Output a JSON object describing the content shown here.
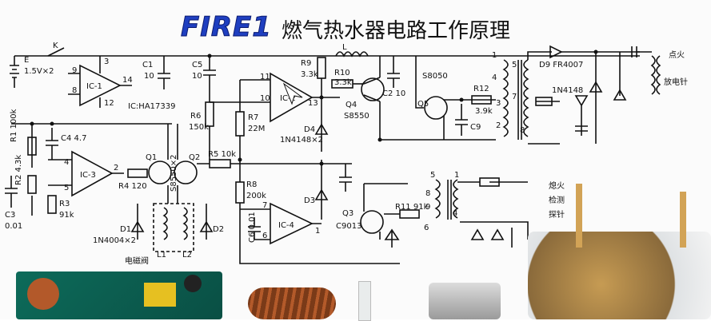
{
  "header": {
    "logo": "FIRE1",
    "title": "燃气热水器电路工作原理"
  },
  "labels": {
    "e": "E",
    "battery_v": "1.5V×2",
    "k": "K",
    "ic1": "IC-1",
    "ic2": "IC-2",
    "ic3": "IC-3",
    "ic4": "IC-4",
    "ic_model": "IC:HA17339",
    "c1": "C1",
    "c1_val": "10",
    "c5": "C5",
    "c5_val": "10",
    "c4": "C4 4.7",
    "c3": "C3",
    "c3_val": "0.01",
    "c2": "C2 10",
    "c9": "C9",
    "c6": "C6 0.01",
    "r9": "R9",
    "r9_val": "3.3k",
    "r10": "R10",
    "r10_val": "3.3k",
    "r6": "R6",
    "r6_val": "150k",
    "r7": "R7",
    "r7_val": "22M",
    "r5": "R5 10k",
    "r8": "R8",
    "r8_val": "200k",
    "r1": "R1 100k",
    "r2": "R2 4.3k",
    "r3": "R3",
    "r3_val": "91k",
    "r4": "R4 120",
    "r11": "R11 91k",
    "r12": "R12",
    "r12_val": "3.9k",
    "l": "L",
    "q1": "Q1",
    "q2": "Q2",
    "q12_model": "S8550×2",
    "q4": "Q4",
    "q4_model": "S8550",
    "q5": "Q5",
    "q5_model": "S8050",
    "q3": "Q3",
    "q3_model": "C9013",
    "d1": "D1",
    "d1_model": "1N4004×2",
    "d2": "D2",
    "d3": "D3",
    "d4": "D4",
    "d4_model": "1N4148×2",
    "d9": "D9 FR4007",
    "d_1n4148": "1N4148",
    "valve": "电磁阀",
    "l1": "L1",
    "l2": "L2",
    "ignite1": "点火",
    "ignite2": "放电针",
    "detect1": "熄火",
    "detect2": "检测",
    "detect3": "探针"
  },
  "pins": {
    "p9": "9",
    "p8": "8",
    "p3": "3",
    "p12": "12",
    "p14": "14",
    "p11": "11",
    "p10": "10",
    "p13": "13",
    "p4": "4",
    "p5": "5",
    "p2": "2",
    "p7": "7",
    "p6": "6",
    "p1": "1",
    "t1": "1",
    "t4": "4",
    "t5": "5",
    "t7": "7",
    "t3": "3",
    "t2": "2",
    "t8": "8",
    "u5": "5",
    "u1": "1",
    "u8": "8",
    "u9": "9",
    "u4": "4",
    "u6": "6"
  }
}
